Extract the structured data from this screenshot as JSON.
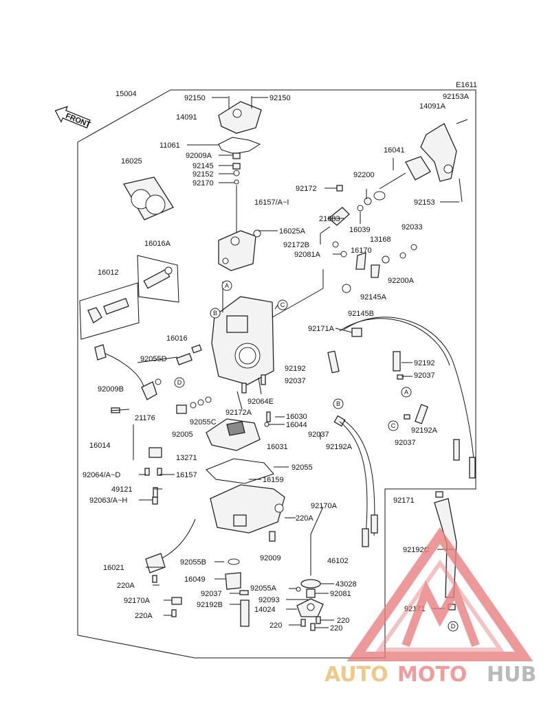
{
  "diagram_code": "E1611",
  "front_label": "FRONT",
  "callouts": {
    "A": "A",
    "B": "B",
    "C": "C",
    "D": "D"
  },
  "labels": {
    "l15004": "15004",
    "l92150a": "92150",
    "l92150b": "92150",
    "l92153A": "92153A",
    "l14091": "14091",
    "l14091A": "14091A",
    "l11061": "11061",
    "l92009A": "92009A",
    "l92145": "92145",
    "l92152": "92152",
    "l92170": "92170",
    "l16025": "16025",
    "l16041": "16041",
    "l92200": "92200",
    "l92172": "92172",
    "l16157Ai": "16157/A~I",
    "l92153": "92153",
    "l21083": "21083",
    "l16039": "16039",
    "l16025A": "16025A",
    "l92033": "92033",
    "l16016A": "16016A",
    "l92172B": "92172B",
    "l13168": "13168",
    "l16170": "16170",
    "l92081A": "92081A",
    "l92200A": "92200A",
    "l16012": "16012",
    "l92145A": "92145A",
    "l92145B": "92145B",
    "l16016": "16016",
    "l92171A": "92171A",
    "l92055D": "92055D",
    "l92192a": "92192",
    "l92192b": "92192",
    "l92037a": "92037",
    "l92037b": "92037",
    "l92009B": "92009B",
    "l92064E": "92064E",
    "l92172A": "92172A",
    "l16030": "16030",
    "l21176": "21176",
    "l92055C": "92055C",
    "l16044": "16044",
    "l92005": "92005",
    "l92037c": "92037",
    "l92192A": "92192A",
    "l92192A2": "92192A",
    "l92037d": "92037",
    "l16014": "16014",
    "l16031": "16031",
    "l13271": "13271",
    "l92055": "92055",
    "l92064AD": "92064/A~D",
    "l16157": "16157",
    "l16159": "16159",
    "l49121": "49121",
    "l92063AH": "92063/A~H",
    "l92170A": "92170A",
    "l92171": "92171",
    "l220Aa": "220A",
    "l92009": "92009",
    "l46102": "46102",
    "l92192C": "92192C",
    "l92055B": "92055B",
    "l16021": "16021",
    "l16049": "16049",
    "l43028": "43028",
    "l220Ab": "220A",
    "l92055A": "92055A",
    "l92037e": "92037",
    "l92081": "92081",
    "l92170A2": "92170A",
    "l92093": "92093",
    "l92192B": "92192B",
    "l14024": "14024",
    "l92171b": "92171",
    "l220Ac": "220A",
    "l220a": "220",
    "l220b": "220"
  },
  "watermark": {
    "part1": "AUTO",
    "part2": "MOTO",
    "part3": "HUB",
    "color_auto": "#f0c98a",
    "color_moto": "#ef9c9c",
    "color_hub": "#b9b9b9",
    "triangle_color": "#e98080"
  }
}
